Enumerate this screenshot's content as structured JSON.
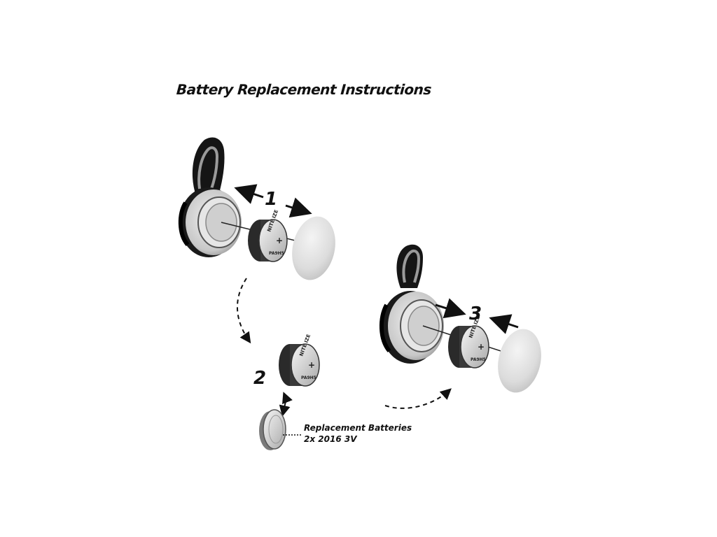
{
  "title": "Battery Replacement Instructions",
  "steps": {
    "one": "1",
    "two": "2",
    "three": "3"
  },
  "note": {
    "line1": "Replacement Batteries",
    "line2": "2x 2016 3V"
  },
  "battery_module": {
    "brand": "NITE IZE",
    "polarity": "+",
    "part_number": "PA9H5"
  },
  "icons": [
    "carabiner-clip-icon",
    "light-housing-icon",
    "battery-module-icon",
    "lens-cap-icon",
    "coin-battery-icon",
    "arrow-icon"
  ]
}
